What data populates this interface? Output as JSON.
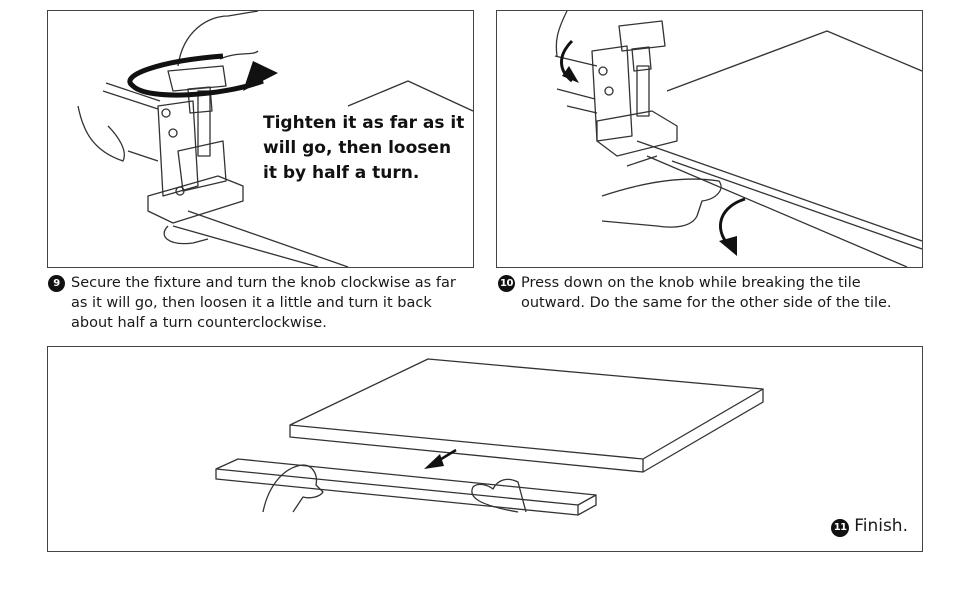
{
  "panels": {
    "step9": {
      "callout": [
        "Tighten it as far as it",
        "will go, then loosen",
        "it by half a turn."
      ],
      "badge": "9",
      "caption": [
        "Secure the fixture and turn the knob clockwise as far",
        "as it will go, then loosen it a little and turn it back",
        "about half a turn counterclockwise."
      ]
    },
    "step10": {
      "badge": "10",
      "caption": [
        "Press down on the knob while breaking the tile",
        "outward. Do the same for the other side of the tile."
      ]
    },
    "step11": {
      "badge": "11",
      "caption": "Finish."
    }
  },
  "icons": {
    "rotate_arrow": "circular-arrow-icon",
    "break_arrow": "curved-arrow-icon",
    "direction_arrow": "arrow-down-left-icon"
  },
  "colors": {
    "line": "#333333",
    "badge": "#111111",
    "border": "#444444"
  }
}
